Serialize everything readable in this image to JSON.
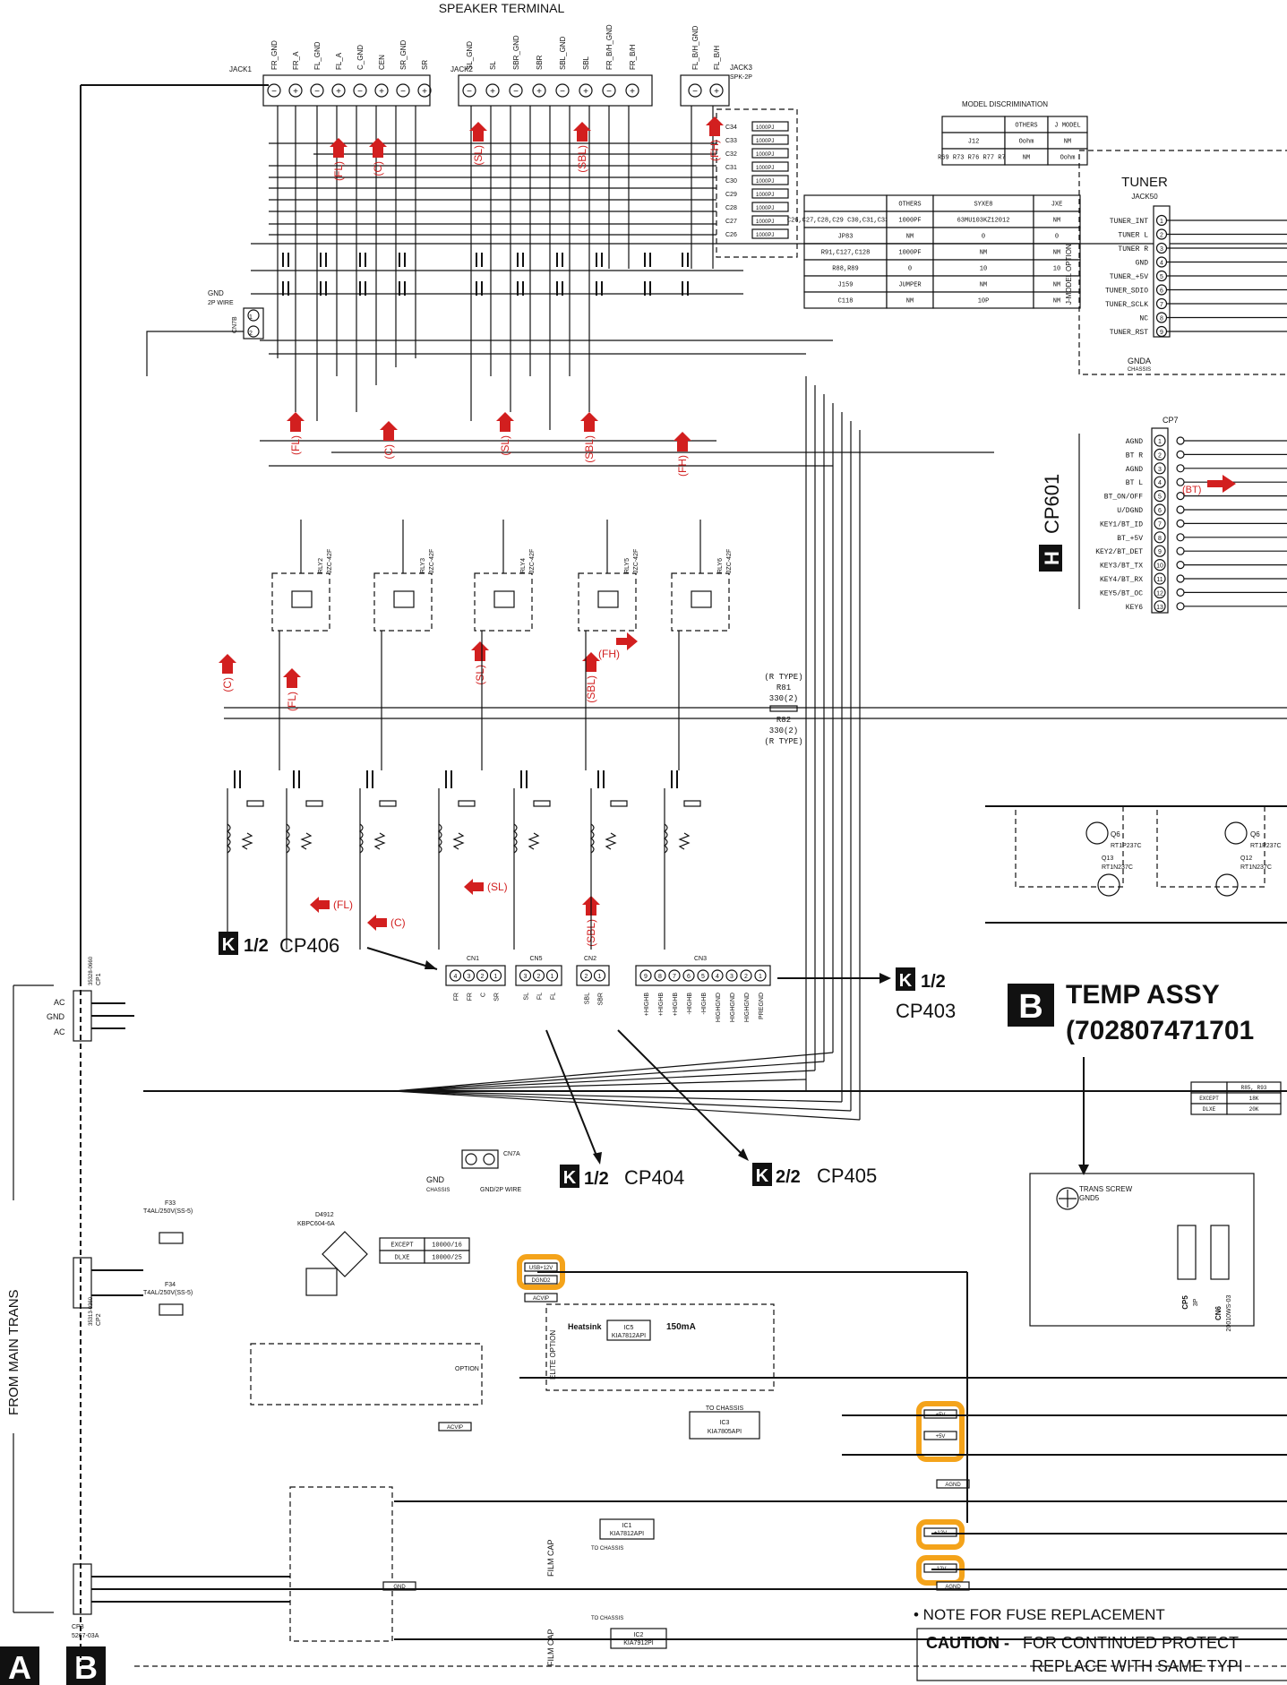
{
  "title": "SPEAKER TERMINAL",
  "jack1": {
    "name": "JACK1",
    "pins": [
      "FR_GND",
      "FR_A",
      "FL_GND",
      "FL_A",
      "C_GND",
      "CEN",
      "SR_GND",
      "SR"
    ]
  },
  "jack2": {
    "name": "JACK2",
    "pins": [
      "SL_GND",
      "SL",
      "SBR_GND",
      "SBR",
      "SBL_GND",
      "SBL",
      "FR_B/H_GND",
      "FR_B/H"
    ]
  },
  "jack3": {
    "name": "JACK3",
    "sub": "SPK-2P",
    "pins": [
      "FL_B/H_GND",
      "FL_B/H"
    ]
  },
  "model_discrimination": {
    "title": "MODEL DISCRIMINATION",
    "headers": [
      "",
      "OTHERS",
      "J MODEL"
    ],
    "rows": [
      [
        "J12",
        "Oohm",
        "NM"
      ],
      [
        "R69 R73 R76 R77 R78",
        "NM",
        "Oohm"
      ]
    ]
  },
  "cap_table": {
    "headers": [
      "",
      "OTHERS",
      "SYXE8",
      "JXE"
    ],
    "rows": [
      [
        "C26,C27,C28,C29 C30,C31,C33,C34",
        "1000PF",
        "63MU103KZ12012",
        "NM"
      ],
      [
        "JP83",
        "NM",
        "0",
        "0"
      ],
      [
        "R91,C127,C128",
        "1000PF",
        "NM",
        "NM"
      ],
      [
        "R88,R89",
        "0",
        "10",
        "10"
      ],
      [
        "J159",
        "JUMPER",
        "NM",
        "NM"
      ],
      [
        "C118",
        "NM",
        "10P",
        "NM"
      ]
    ]
  },
  "filter_caps": [
    "C34",
    "C33",
    "C32",
    "C31",
    "C30",
    "C29",
    "C28",
    "C27",
    "C26"
  ],
  "filter_cap_value": "1000PJ",
  "tuner": {
    "title": "TUNER",
    "jack": "JACK50",
    "option": "J-MODEL OPTION",
    "pins": [
      "TUNER_INT",
      "TUNER L",
      "TUNER R",
      "GND",
      "TUNER_+5V",
      "TUNER_SDIO",
      "TUNER_SCLK",
      "NC",
      "TUNER_RST"
    ],
    "gnd_label": "GNDA",
    "chassis": "CHASSIS"
  },
  "cp7": {
    "name": "CP7",
    "pins": [
      "AGND",
      "BT R",
      "AGND",
      "BT L",
      "BT_ON/OFF",
      "U/DGND",
      "KEY1/BT_ID",
      "BT_+5V",
      "KEY2/BT_DET",
      "KEY3/BT_TX",
      "KEY4/BT_RX",
      "KEY5/BT_OC",
      "KEY6"
    ],
    "badge": "H",
    "label": "CP601",
    "bt_tag": "(BT)"
  },
  "relays": [
    "RLY2",
    "RLY3",
    "RLY4",
    "RLY5",
    "RLY6"
  ],
  "relay_model": "JZC-42F",
  "channel_tags": {
    "top": [
      "(FL)",
      "(C)",
      "(SL)",
      "(SBL)",
      "(FH)"
    ],
    "mid": [
      "(FL)",
      "(C)",
      "(SL)",
      "(SBL)",
      "(FH)"
    ],
    "low": [
      "(C)",
      "(FL)",
      "(SL)",
      "(SBL)",
      "(FH)"
    ],
    "bottom": [
      "(FL)",
      "(C)",
      "(SL)",
      "(SBL)"
    ]
  },
  "r_type": {
    "top": "(R TYPE)",
    "r81": "R81",
    "v81": "330(2)",
    "r82": "R82",
    "v82": "330(2)",
    "bottom": "(R TYPE)"
  },
  "connectors_bottom": {
    "cn1": {
      "name": "CN1",
      "pins": [
        "FR",
        "FR",
        "C",
        "SR"
      ]
    },
    "cn5": {
      "name": "CN5",
      "pins": [
        "SL",
        "FL",
        "FL"
      ]
    },
    "cn2": {
      "name": "CN2",
      "pins": [
        "SBL",
        "SBR"
      ]
    },
    "cn3": {
      "name": "CN3",
      "pins": [
        "+HIGHB",
        "+HIGHB",
        "+HIGHB",
        "-HIGHB",
        "-HIGHB",
        "HIGHGND",
        "HIGHGND",
        "HIGHGND",
        "PREGND"
      ]
    }
  },
  "refs": {
    "k1_cp406": {
      "badge": "K",
      "frac": "1/2",
      "cp": "CP406"
    },
    "k1_cp403": {
      "badge": "K",
      "frac": "1/2",
      "cp": "CP403"
    },
    "k1_cp404": {
      "badge": "K",
      "frac": "1/2",
      "cp": "CP404"
    },
    "k2_cp405": {
      "badge": "K",
      "frac": "2/2",
      "cp": "CP405"
    }
  },
  "temp_assy": {
    "badge": "B",
    "line1": "TEMP ASSY",
    "line2": "(702807471701"
  },
  "ac_input": {
    "labels": [
      "AC",
      "GND",
      "AC"
    ],
    "cp1": "CP1",
    "cp1_part": "35328-0660"
  },
  "main_trans": {
    "label": "FROM MAIN TRANS",
    "cp2": "CP2",
    "cp2_part": "35313-0360",
    "cp3": "CP3",
    "cp3_part": "5267-03A"
  },
  "fuses": {
    "f33": "F33",
    "f33_val": "T4AL/250V(SS-5)",
    "f34": "F34",
    "f34_val": "T4AL/250V(SS-5)"
  },
  "bridge": {
    "name": "D4912",
    "part": "KBPC604-6A"
  },
  "except_table": {
    "rows": [
      [
        "EXCEPT",
        "10000/16"
      ],
      [
        "DLXE",
        "10000/25"
      ]
    ]
  },
  "r85_table": {
    "headers": [
      "",
      "R85, R93"
    ],
    "rows": [
      [
        "EXCEPT",
        "18K"
      ],
      [
        "DLXE",
        "20K"
      ]
    ]
  },
  "regulators": {
    "ic5": {
      "name": "IC5",
      "part": "KIA7812API",
      "label": "Heatsink",
      "current": "150mA",
      "option": "ELITE OPTION"
    },
    "ic3": {
      "name": "IC3",
      "part": "KIA7805API",
      "label": "TO CHASSIS"
    },
    "ic1": {
      "name": "IC1",
      "part": "KIA7812API",
      "label": "TO CHASSIS"
    },
    "ic2": {
      "name": "IC2",
      "part": "KIA7912PI",
      "label": "TO CHASSIS"
    }
  },
  "rail_labels": {
    "usb12": "USB+12V",
    "dgnd": "DGND2",
    "acvip": "ACVIP",
    "p5v_a": "+5V",
    "p5v_b": "+5V",
    "agnd": "AGND",
    "p12v": "+12V",
    "m12v": "-12V",
    "agnd2": "AGND",
    "gnd": "GND"
  },
  "cp5": {
    "name": "CP5",
    "sub": "3P"
  },
  "cn6": {
    "name": "CN6",
    "sub": "20010WS-03"
  },
  "trans_screw": {
    "label": "TRANS SCREW",
    "gnd": "GND5"
  },
  "cn7a": {
    "name": "CN7A",
    "gnd": "GND",
    "chassis": "CHASSIS",
    "wire": "GND/2P WIRE"
  },
  "cn7b": {
    "name": "CN7B",
    "label": "GND",
    "wire": "2P WIRE"
  },
  "caption_film_cap": "FILM CAP",
  "notes": {
    "fuse": "• NOTE FOR FUSE REPLACEMENT",
    "caution_strong": "CAUTION -",
    "caution_line1": "FOR CONTINUED PROTECT",
    "caution_line2": "REPLACE WITH SAME TYPI"
  },
  "corner_badges": [
    "A",
    "B"
  ],
  "option_label": "OPTION",
  "colors": {
    "ink": "#111111",
    "red": "#d21f1f",
    "highlight": "#f4a31a"
  }
}
